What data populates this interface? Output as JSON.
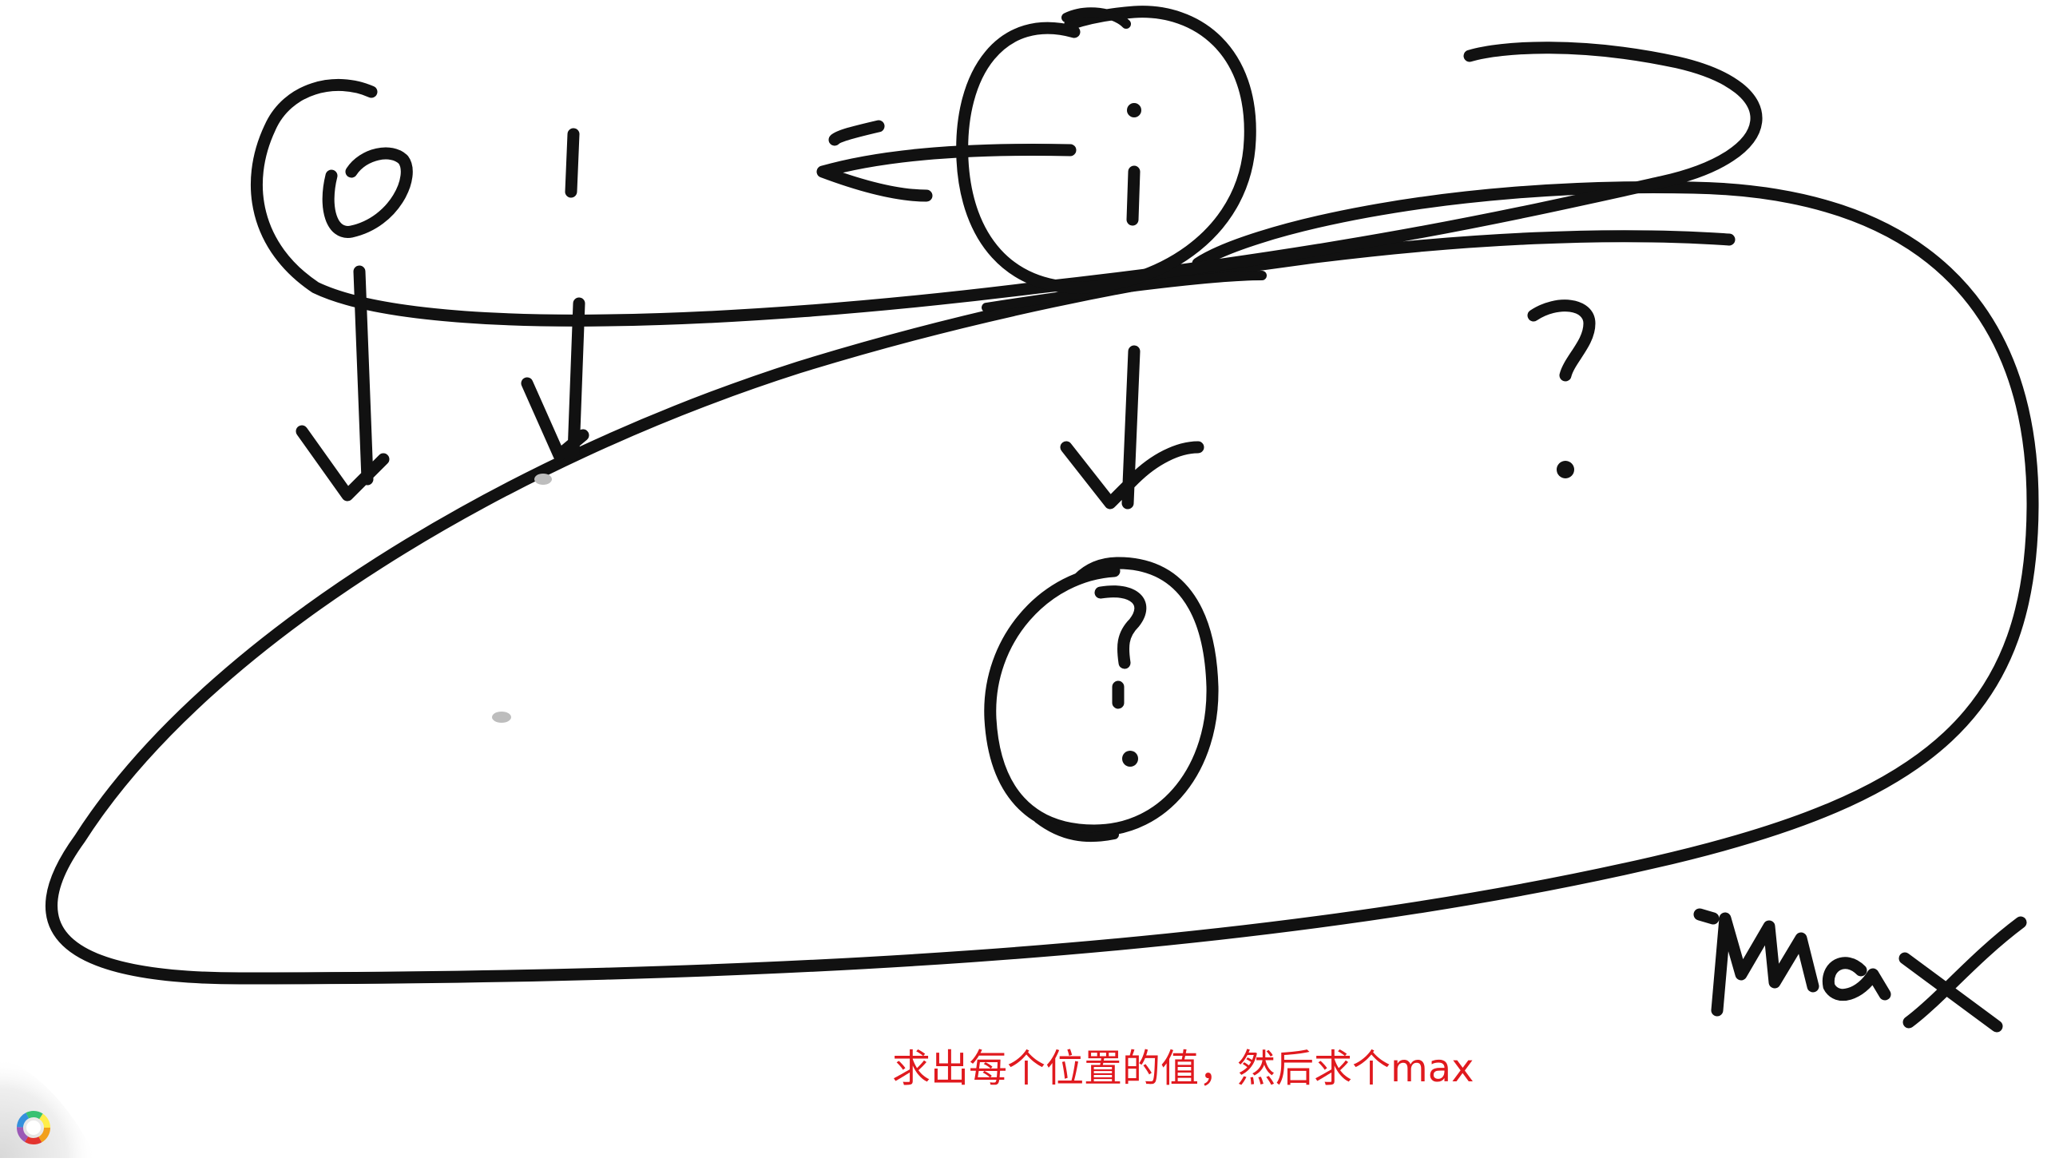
{
  "whiteboard": {
    "background": "#ffffff",
    "ink_color": "#111111",
    "handwriting": {
      "index_zero": "0",
      "index_one": "1",
      "index_i": "i",
      "question_right": "?",
      "question_circled": "?",
      "max_label": "max"
    },
    "caption": {
      "text": "求出每个位置的值，然后求个max",
      "color": "#e0191e"
    }
  },
  "dock": {
    "icon": "color-wheel-icon"
  }
}
